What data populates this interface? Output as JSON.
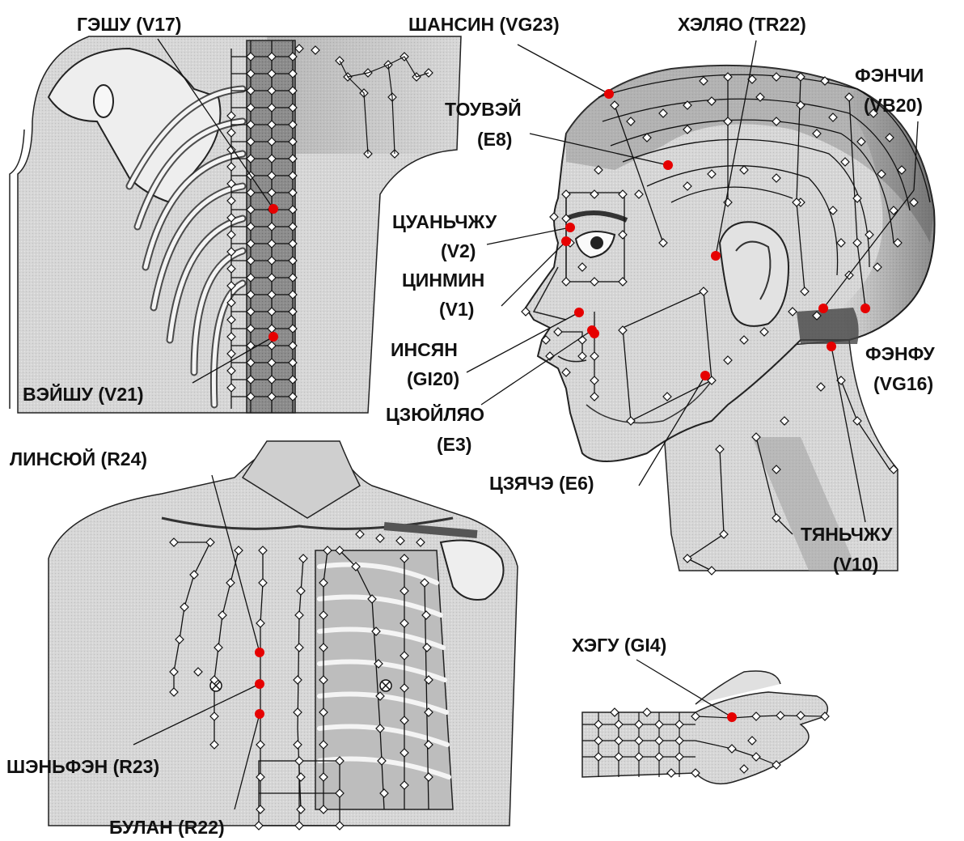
{
  "labels": {
    "geshu": "ГЭШУ (V17)",
    "veyshu": "ВЭЙШУ (V21)",
    "shansin": "ШАНСИН (VG23)",
    "toovei_1": "ТОУВЭЙ",
    "toovei_2": "(E8)",
    "heliao": "ХЭЛЯО (TR22)",
    "fenchi_1": "ФЭНЧИ",
    "fenchi_2": "(VB20)",
    "cuanchzhu_1": "ЦУАНЬЧЖУ",
    "cuanchzhu_2": "(V2)",
    "cinmin_1": "ЦИНМИН",
    "cinmin_2": "(V1)",
    "insyan_1": "ИНСЯН",
    "insyan_2": "(GI20)",
    "czuyliao_1": "ЦЗЮЙЛЯО",
    "czuyliao_2": "(E3)",
    "fenfu_1": "ФЭНФУ",
    "fenfu_2": "(VG16)",
    "czyache": "ЦЗЯЧЭ (E6)",
    "tyanchzhu_1": "ТЯНЬЧЖУ",
    "tyanchzhu_2": "(V10)",
    "linsyuy": "ЛИНСЮЙ (R24)",
    "shenfen": "ШЭНЬФЭН (R23)",
    "bulan": "БУЛАН (R22)",
    "hegu": "ХЭГУ (GI4)"
  },
  "colors": {
    "point": "#e60000",
    "line": "#111111",
    "body": "#d8d8d8",
    "spine": "#8a8a8a"
  }
}
